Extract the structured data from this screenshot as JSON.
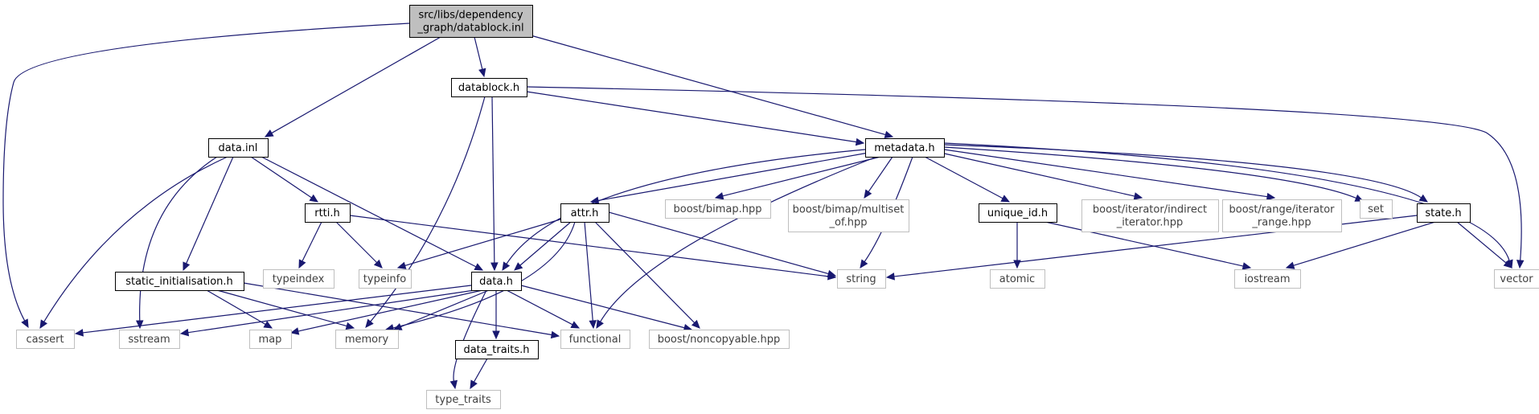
{
  "graph": {
    "edge_color": "#191970",
    "root_fill": "#bfbfbf",
    "external_border": "#bfbfbf",
    "nodes": [
      {
        "id": "root",
        "lines": [
          "src/libs/dependency",
          "_graph/datablock.inl"
        ],
        "kind": "root"
      },
      {
        "id": "datablock_h",
        "lines": [
          "datablock.h"
        ],
        "kind": "local"
      },
      {
        "id": "data_inl",
        "lines": [
          "data.inl"
        ],
        "kind": "local"
      },
      {
        "id": "metadata_h",
        "lines": [
          "metadata.h"
        ],
        "kind": "local"
      },
      {
        "id": "rtti_h",
        "lines": [
          "rtti.h"
        ],
        "kind": "local"
      },
      {
        "id": "attr_h",
        "lines": [
          "attr.h"
        ],
        "kind": "local"
      },
      {
        "id": "data_h",
        "lines": [
          "data.h"
        ],
        "kind": "local"
      },
      {
        "id": "static_init",
        "lines": [
          "static_initialisation.h"
        ],
        "kind": "local"
      },
      {
        "id": "unique_id_h",
        "lines": [
          "unique_id.h"
        ],
        "kind": "local"
      },
      {
        "id": "state_h",
        "lines": [
          "state.h"
        ],
        "kind": "local"
      },
      {
        "id": "data_traits_h",
        "lines": [
          "data_traits.h"
        ],
        "kind": "local"
      },
      {
        "id": "cassert",
        "lines": [
          "cassert"
        ],
        "kind": "external"
      },
      {
        "id": "sstream",
        "lines": [
          "sstream"
        ],
        "kind": "external"
      },
      {
        "id": "map",
        "lines": [
          "map"
        ],
        "kind": "external"
      },
      {
        "id": "memory",
        "lines": [
          "memory"
        ],
        "kind": "external"
      },
      {
        "id": "functional",
        "lines": [
          "functional"
        ],
        "kind": "external"
      },
      {
        "id": "noncopyable",
        "lines": [
          "boost/noncopyable.hpp"
        ],
        "kind": "external"
      },
      {
        "id": "type_traits",
        "lines": [
          "type_traits"
        ],
        "kind": "external"
      },
      {
        "id": "typeindex",
        "lines": [
          "typeindex"
        ],
        "kind": "external"
      },
      {
        "id": "typeinfo",
        "lines": [
          "typeinfo"
        ],
        "kind": "external"
      },
      {
        "id": "string",
        "lines": [
          "string"
        ],
        "kind": "external"
      },
      {
        "id": "bimap",
        "lines": [
          "boost/bimap.hpp"
        ],
        "kind": "external"
      },
      {
        "id": "bimap_multiset",
        "lines": [
          "boost/bimap/multiset",
          "_of.hpp"
        ],
        "kind": "external"
      },
      {
        "id": "atomic",
        "lines": [
          "atomic"
        ],
        "kind": "external"
      },
      {
        "id": "indirect_iter",
        "lines": [
          "boost/iterator/indirect",
          "_iterator.hpp"
        ],
        "kind": "external"
      },
      {
        "id": "iterator_range",
        "lines": [
          "boost/range/iterator",
          "_range.hpp"
        ],
        "kind": "external"
      },
      {
        "id": "iostream",
        "lines": [
          "iostream"
        ],
        "kind": "external"
      },
      {
        "id": "set",
        "lines": [
          "set"
        ],
        "kind": "external"
      },
      {
        "id": "vector",
        "lines": [
          "vector"
        ],
        "kind": "external"
      }
    ],
    "edges": [
      {
        "from": "root",
        "to": "cassert"
      },
      {
        "from": "root",
        "to": "data_inl"
      },
      {
        "from": "root",
        "to": "datablock_h"
      },
      {
        "from": "root",
        "to": "metadata_h"
      },
      {
        "from": "datablock_h",
        "to": "memory"
      },
      {
        "from": "datablock_h",
        "to": "data_h"
      },
      {
        "from": "datablock_h",
        "to": "metadata_h"
      },
      {
        "from": "datablock_h",
        "to": "vector"
      },
      {
        "from": "data_inl",
        "to": "cassert"
      },
      {
        "from": "data_inl",
        "to": "sstream"
      },
      {
        "from": "data_inl",
        "to": "static_init"
      },
      {
        "from": "data_inl",
        "to": "rtti_h"
      },
      {
        "from": "data_inl",
        "to": "data_h"
      },
      {
        "from": "metadata_h",
        "to": "data_h"
      },
      {
        "from": "metadata_h",
        "to": "attr_h"
      },
      {
        "from": "metadata_h",
        "to": "functional"
      },
      {
        "from": "metadata_h",
        "to": "bimap"
      },
      {
        "from": "metadata_h",
        "to": "bimap_multiset"
      },
      {
        "from": "metadata_h",
        "to": "string"
      },
      {
        "from": "metadata_h",
        "to": "unique_id_h"
      },
      {
        "from": "metadata_h",
        "to": "indirect_iter"
      },
      {
        "from": "metadata_h",
        "to": "iterator_range"
      },
      {
        "from": "metadata_h",
        "to": "set"
      },
      {
        "from": "metadata_h",
        "to": "state_h"
      },
      {
        "from": "metadata_h",
        "to": "vector"
      },
      {
        "from": "rtti_h",
        "to": "typeindex"
      },
      {
        "from": "rtti_h",
        "to": "typeinfo"
      },
      {
        "from": "rtti_h",
        "to": "string"
      },
      {
        "from": "attr_h",
        "to": "typeinfo"
      },
      {
        "from": "attr_h",
        "to": "data_h"
      },
      {
        "from": "attr_h",
        "to": "memory"
      },
      {
        "from": "attr_h",
        "to": "functional"
      },
      {
        "from": "attr_h",
        "to": "noncopyable"
      },
      {
        "from": "attr_h",
        "to": "string"
      },
      {
        "from": "static_init",
        "to": "map"
      },
      {
        "from": "static_init",
        "to": "memory"
      },
      {
        "from": "static_init",
        "to": "functional"
      },
      {
        "from": "data_h",
        "to": "cassert"
      },
      {
        "from": "data_h",
        "to": "sstream"
      },
      {
        "from": "data_h",
        "to": "map"
      },
      {
        "from": "data_h",
        "to": "memory"
      },
      {
        "from": "data_h",
        "to": "type_traits"
      },
      {
        "from": "data_h",
        "to": "data_traits_h"
      },
      {
        "from": "data_h",
        "to": "functional"
      },
      {
        "from": "data_h",
        "to": "noncopyable"
      },
      {
        "from": "data_traits_h",
        "to": "type_traits"
      },
      {
        "from": "unique_id_h",
        "to": "atomic"
      },
      {
        "from": "unique_id_h",
        "to": "iostream"
      },
      {
        "from": "state_h",
        "to": "string"
      },
      {
        "from": "state_h",
        "to": "iostream"
      },
      {
        "from": "state_h",
        "to": "vector"
      }
    ]
  }
}
